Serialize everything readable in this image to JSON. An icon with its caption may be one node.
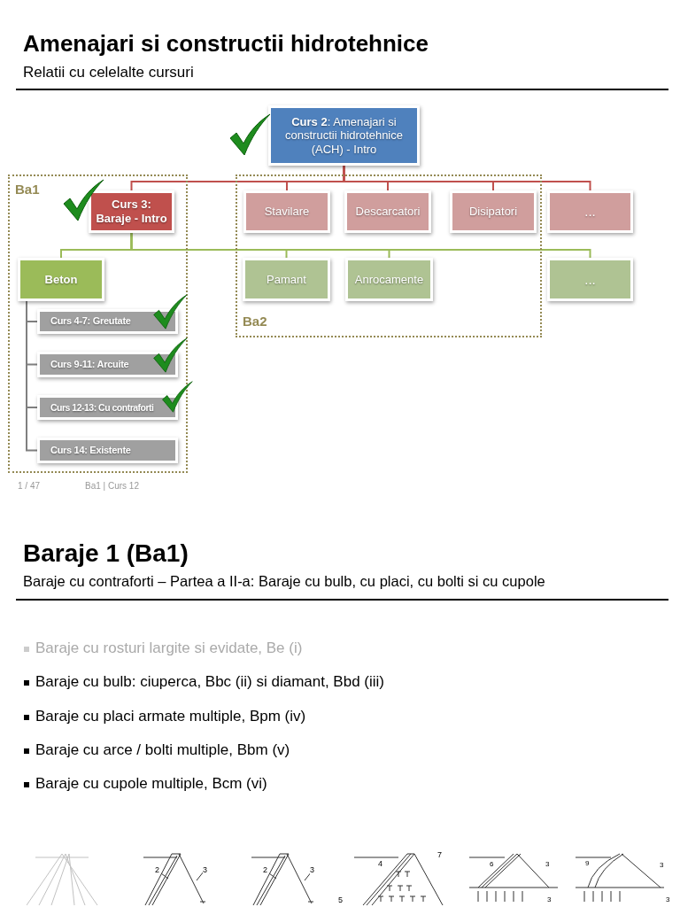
{
  "diagram": {
    "title": "Amenajari si constructii hidrotehnice",
    "nodes": [
      {
        "text": [
          "**Curs 2**: Amenajari si constructii hidrotehnice (ACH) - Intro"
        ]
      },
      {
        "text": [
          "Ba1"
        ]
      },
      {
        "text": [
          "Curs 3: Baraje - Intro"
        ],
        "in": 1
      },
      {
        "text": [
          "Beton"
        ],
        "in": 1
      },
      {
        "text": [
          "Curs 4-7: Greutate"
        ],
        "in": 1
      },
      {
        "text": [
          "Curs 9-11: Arcuite"
        ],
        "in": 1
      },
      {
        "text": [
          "Curs 12-13: Cu contraforti"
        ],
        "in": 1
      },
      {
        "text": [
          "Curs 14: Existente"
        ],
        "in": 1
      },
      {
        "text": [
          "Ba2"
        ]
      },
      {
        "text": [
          "Stavilare"
        ],
        "in": 8
      },
      {
        "text": [
          "Descarcatori"
        ],
        "in": 8
      },
      {
        "text": [
          "Disipatori"
        ],
        "in": 8
      },
      {
        "text": [
          "..."
        ]
      },
      {
        "text": [
          "Pamant"
        ],
        "in": 8
      },
      {
        "text": [
          "Anrocamente"
        ],
        "in": 8
      },
      {
        "text": [
          "..."
        ]
      }
    ],
    "edges": [
      {
        "from": 0,
        "to": 2,
        "arrow": "none",
        "color": "#c0504d"
      },
      {
        "from": 0,
        "to": 9,
        "arrow": "none",
        "color": "#c0504d"
      },
      {
        "from": 0,
        "to": 10,
        "arrow": "none",
        "color": "#c0504d"
      },
      {
        "from": 0,
        "to": 11,
        "arrow": "none",
        "color": "#c0504d"
      },
      {
        "from": 0,
        "to": 12,
        "arrow": "none",
        "color": "#c0504d"
      },
      {
        "from": 2,
        "to": 3,
        "arrow": "none",
        "color": "#9bbb59"
      },
      {
        "from": 2,
        "to": 13,
        "arrow": "none",
        "color": "#9bbb59"
      },
      {
        "from": 2,
        "to": 14,
        "arrow": "none",
        "color": "#9bbb59"
      },
      {
        "from": 2,
        "to": 15,
        "arrow": "none",
        "color": "#9bbb59"
      },
      {
        "from": 3,
        "to": 4,
        "arrow": "none",
        "color": "#7f7f7f"
      },
      {
        "from": 3,
        "to": 5,
        "arrow": "none",
        "color": "#7f7f7f"
      },
      {
        "from": 3,
        "to": 6,
        "arrow": "none",
        "color": "#7f7f7f"
      },
      {
        "from": 3,
        "to": 7,
        "arrow": "none",
        "color": "#7f7f7f"
      }
    ],
    "labels": [
      "Relatii cu celelalte cursuri",
      "1 / 47",
      "Ba1 | Curs 12",
      "Baraje 1 (Ba1)",
      "Baraje cu contraforti – Partea a II-a: Baraje cu bulb, cu placi, cu bolti si cu cupole",
      "Baraje cu rosturi largite si evidate, Be (i)",
      "Baraje cu bulb: ciuperca, Bbc (ii) si diamant, Bbd (iii)",
      "Baraje cu placi armate multiple, Bpm (iv)",
      "Baraje cu arce / bolti multiple, Bbm (v)",
      "Baraje cu cupole multiple, Bcm (vi)",
      "2",
      "3",
      "2",
      "3",
      "4",
      "7",
      "5",
      "6",
      "3",
      "3",
      "9",
      "3",
      "3"
    ]
  }
}
